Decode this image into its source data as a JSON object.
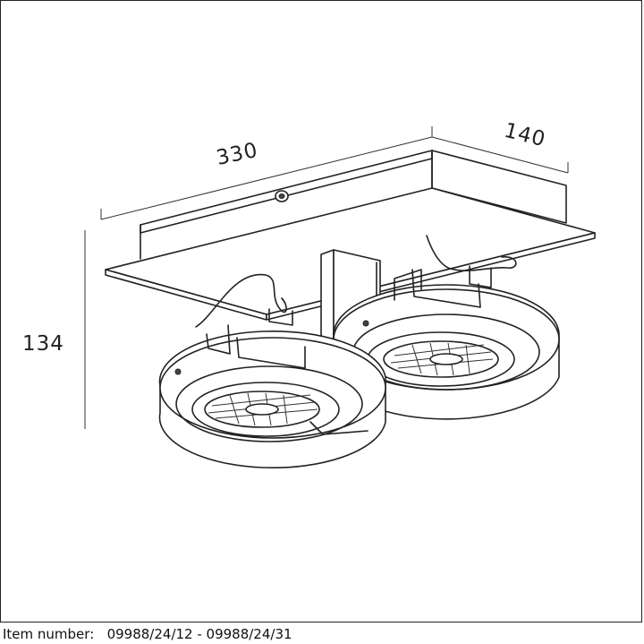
{
  "dimensions": {
    "width": "330",
    "depth": "140",
    "height": "134"
  },
  "footer": {
    "item_label": "Item number:",
    "item_codes": "09988/24/12  -  09988/24/31"
  }
}
